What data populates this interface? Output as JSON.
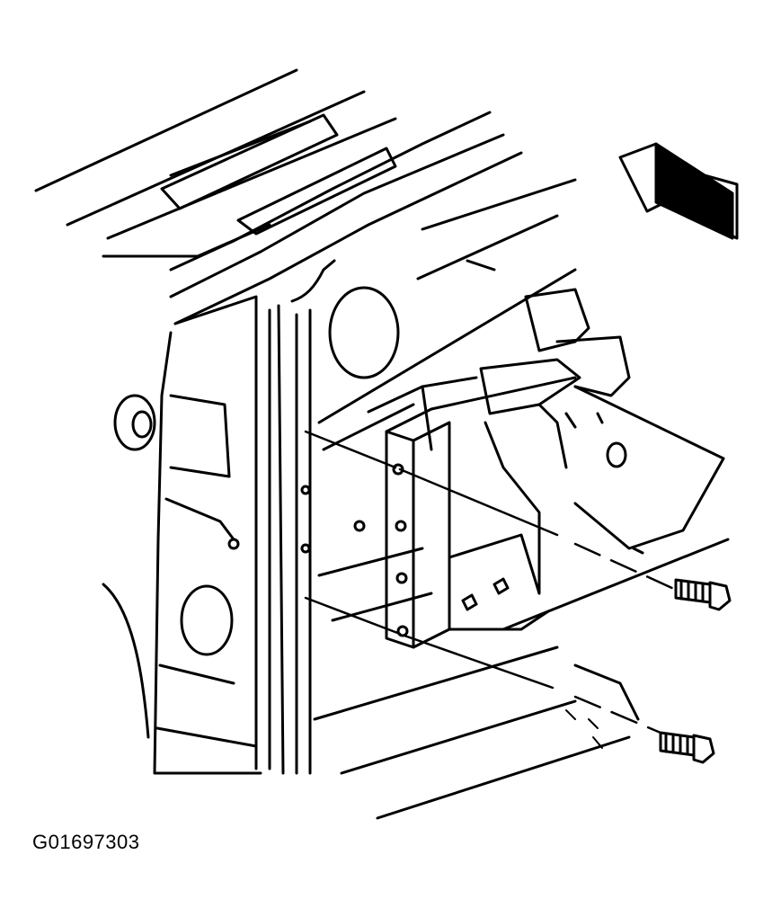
{
  "figure": {
    "id_label": "G01697303",
    "colors": {
      "line": "#000000",
      "background": "#ffffff"
    },
    "parts": [
      "body-panel",
      "door-pillar",
      "access-hole",
      "grommet",
      "bracket-assembly",
      "bolt",
      "direction-arrow"
    ]
  }
}
